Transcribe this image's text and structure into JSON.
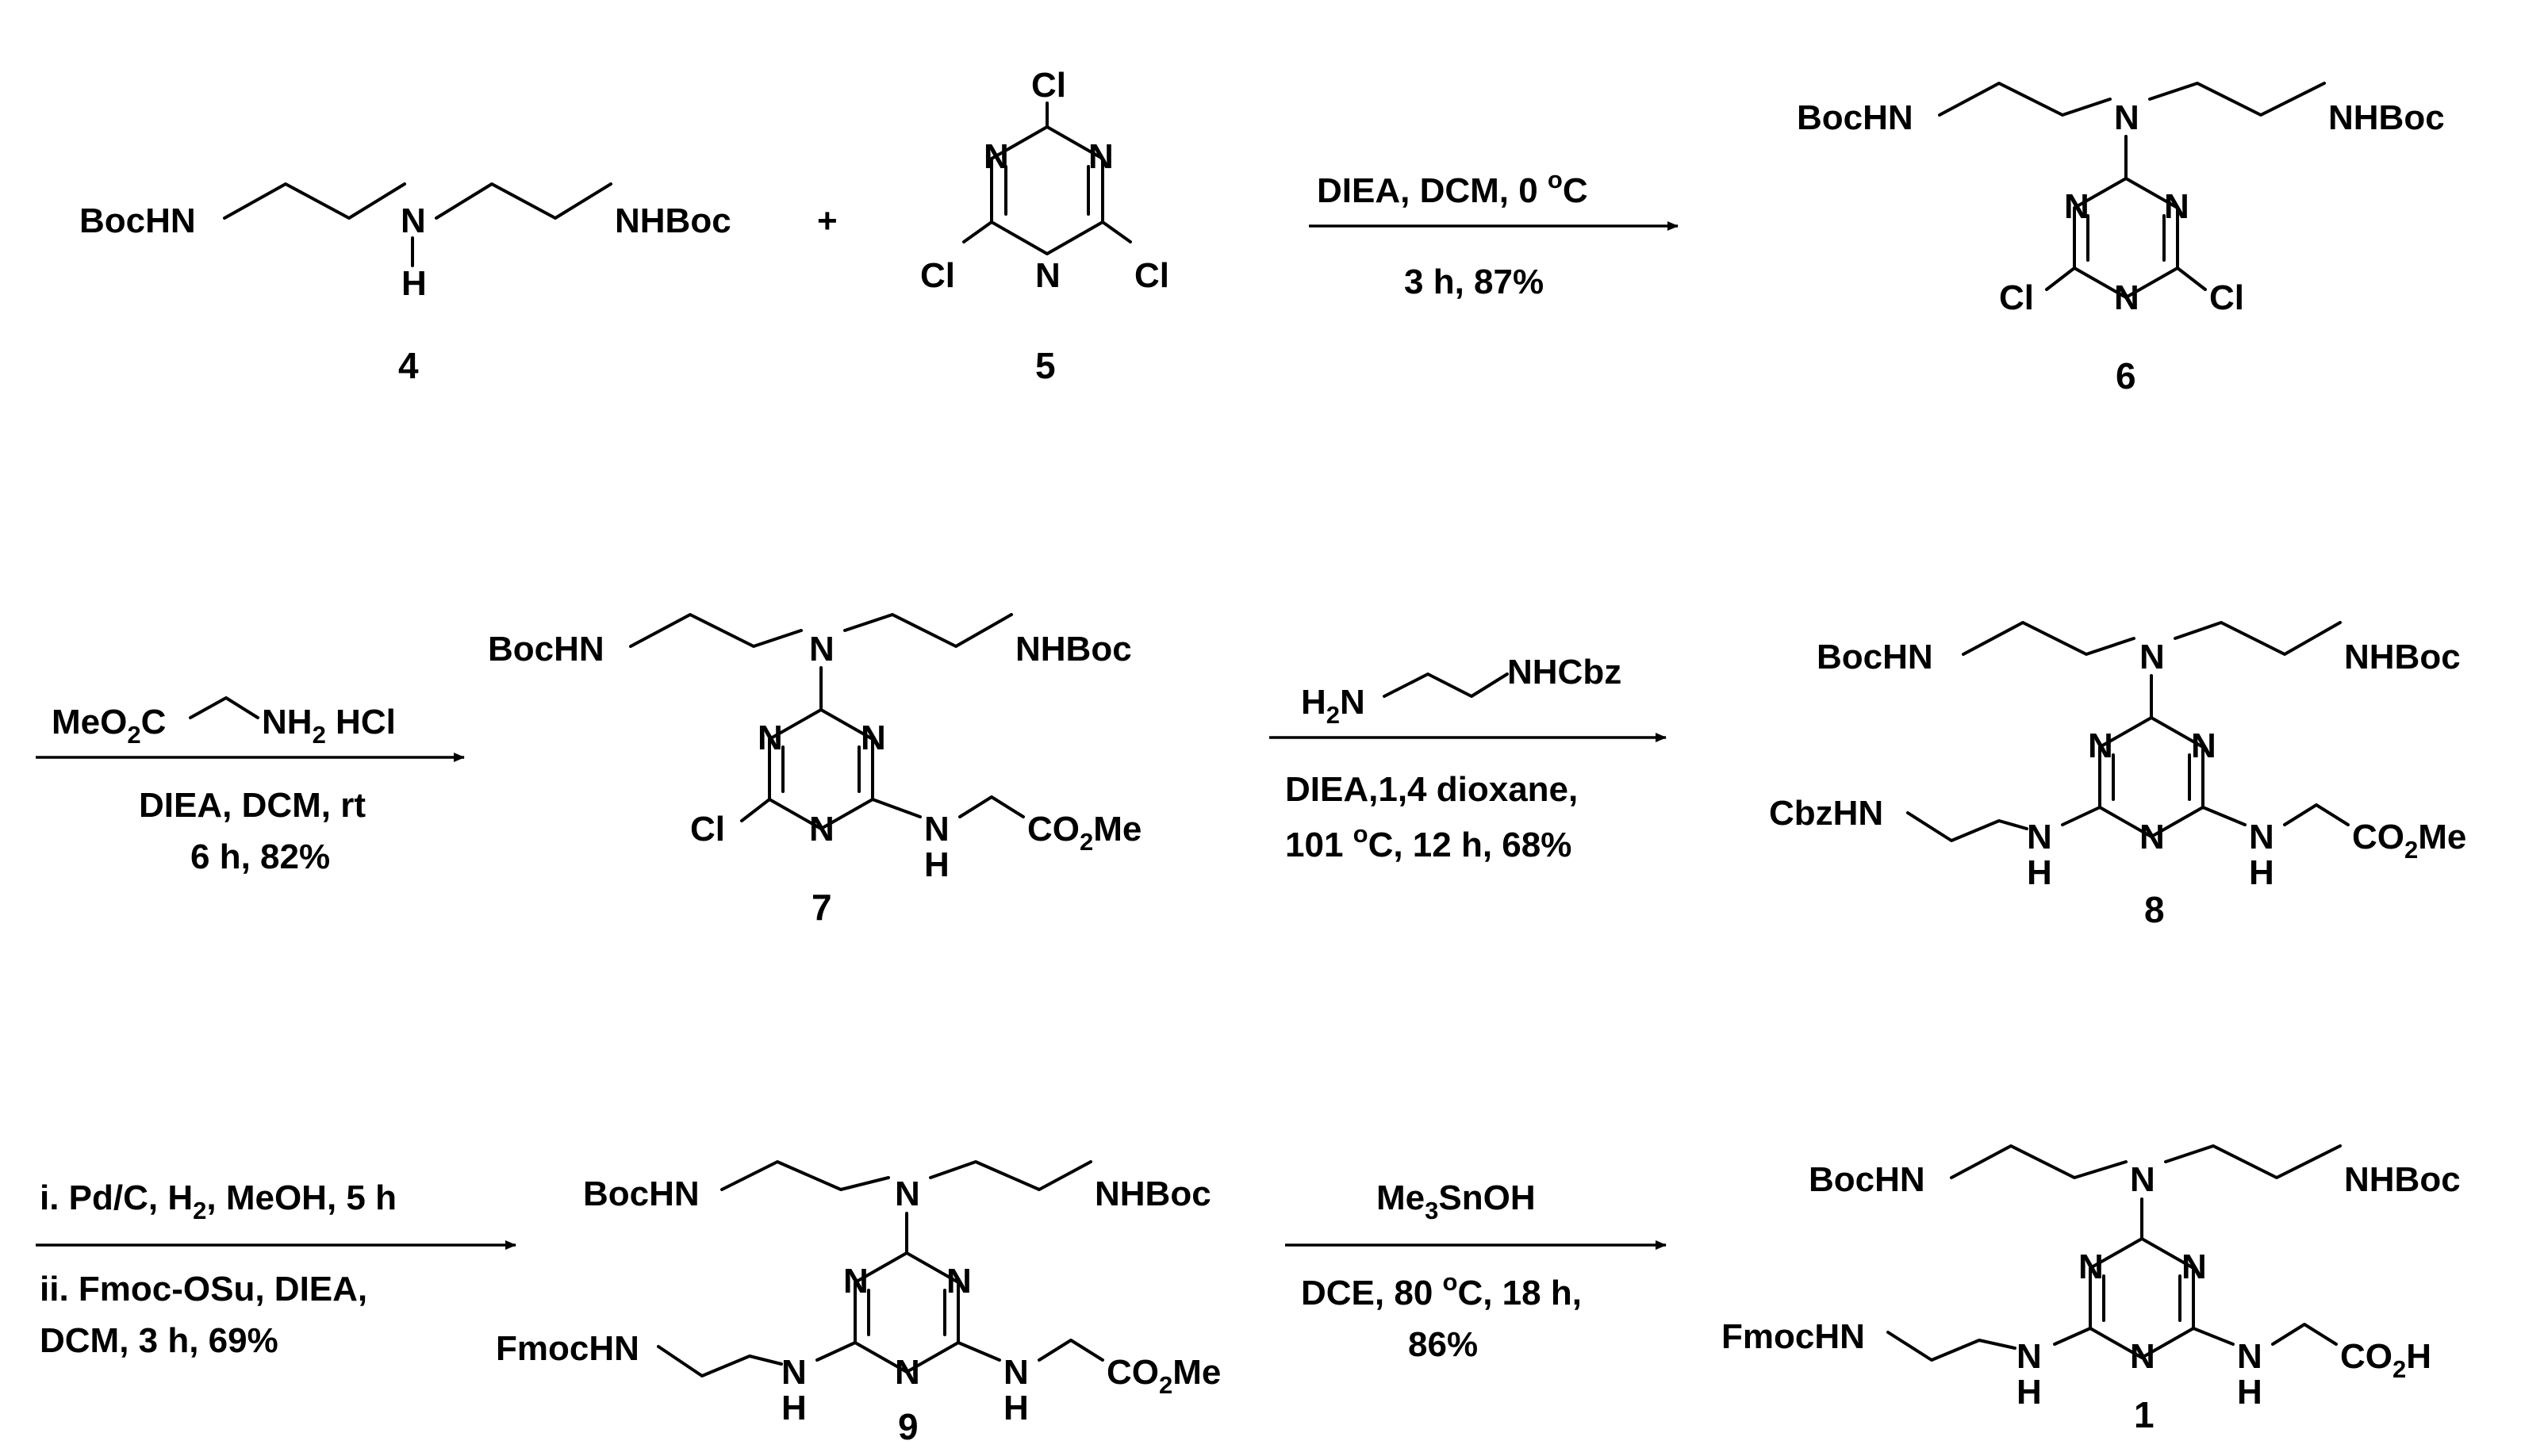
{
  "compound_4": {
    "left": "BocHN",
    "nh": "N",
    "nh_h": "H",
    "right": "NHBoc",
    "number": "4"
  },
  "plus": "+",
  "compound_5": {
    "cl_top": "Cl",
    "cl_left": "Cl",
    "cl_right": "Cl",
    "n_ring": "N",
    "number": "5"
  },
  "step_1": {
    "above": "DIEA, DCM, 0 ",
    "above_sup": "o",
    "above_end": "C",
    "below": "3 h, 87%"
  },
  "compound_6": {
    "left": "BocHN",
    "right": "NHBoc",
    "n_center": "N",
    "cl_left": "Cl",
    "cl_right": "Cl",
    "n_ring": "N",
    "number": "6"
  },
  "step_2": {
    "reagent_left": "MeO",
    "reagent_sub2": "2",
    "reagent_c": "C",
    "reagent_nh": "NH",
    "reagent_hcl": " HCl",
    "below_1": "DIEA, DCM, rt",
    "below_2": "6 h, 82%"
  },
  "compound_7": {
    "left": "BocHN",
    "right": "NHBoc",
    "n_center": "N",
    "n_ring": "N",
    "cl": "Cl",
    "nh": "N",
    "nh_h": "H",
    "ester": "CO",
    "ester_sub": "2",
    "ester_end": "Me",
    "number": "7"
  },
  "step_3": {
    "reagent_h": "H",
    "reagent_sub": "2",
    "reagent_n": "N",
    "reagent_right": "NHCbz",
    "below_1": "DIEA,1,4 dioxane,",
    "below_2_a": "101 ",
    "below_2_sup": "o",
    "below_2_b": "C, 12 h, 68%"
  },
  "compound_8": {
    "left": "BocHN",
    "right": "NHBoc",
    "n_center": "N",
    "n_ring": "N",
    "cbz": "CbzHN",
    "nh": "N",
    "nh_h": "H",
    "ester": "CO",
    "ester_sub": "2",
    "ester_end": "Me",
    "number": "8"
  },
  "step_4": {
    "above_a": "i. Pd/C, H",
    "above_sub": "2",
    "above_b": ", MeOH, 5 h",
    "below_1": "ii. Fmoc-OSu, DIEA,",
    "below_2": "DCM, 3 h, 69%"
  },
  "compound_9": {
    "left": "BocHN",
    "right": "NHBoc",
    "n_center": "N",
    "n_ring": "N",
    "fmoc": "FmocHN",
    "nh": "N",
    "nh_h": "H",
    "ester": "CO",
    "ester_sub": "2",
    "ester_end": "Me",
    "number": "9"
  },
  "step_5": {
    "above_a": "Me",
    "above_sub": "3",
    "above_b": "SnOH",
    "below_1_a": "DCE, 80 ",
    "below_1_sup": "o",
    "below_1_b": "C, 18 h,",
    "below_2": "86%"
  },
  "compound_1": {
    "left": "BocHN",
    "right": "NHBoc",
    "n_center": "N",
    "n_ring": "N",
    "fmoc": "FmocHN",
    "nh": "N",
    "nh_h": "H",
    "acid": "CO",
    "acid_sub": "2",
    "acid_end": "H",
    "number": "1"
  }
}
